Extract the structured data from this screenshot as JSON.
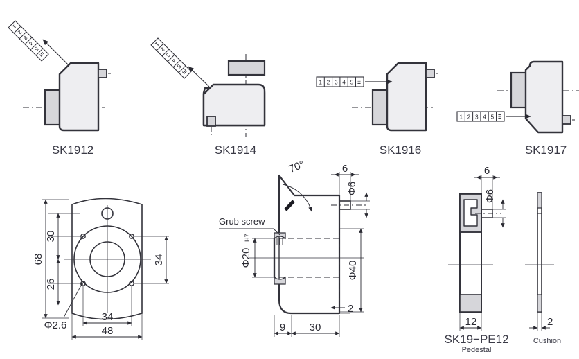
{
  "page": {
    "background": "#ffffff",
    "ink": "#33333b",
    "body_fill": "#eeeef1",
    "shade_fill": "#d6d6da",
    "title_color": "#3a3a46"
  },
  "ruler_badge": {
    "cells": [
      "1",
      "2",
      "3",
      "4",
      "5"
    ],
    "end_icon": "menu-lines-icon"
  },
  "views": {
    "top_row": [
      {
        "id": "sk1912",
        "title": "SK1912",
        "ruler": "diagonal"
      },
      {
        "id": "sk1914",
        "title": "SK1914",
        "ruler": "diagonal"
      },
      {
        "id": "sk1916",
        "title": "SK1916",
        "ruler": "horizontal"
      },
      {
        "id": "sk1917",
        "title": "SK1917",
        "ruler": "horizontal"
      }
    ],
    "bottom_row": [
      {
        "id": "face-plate",
        "title": ""
      },
      {
        "id": "section-view",
        "title": ""
      },
      {
        "id": "pedestal",
        "title": "SK19−PE12",
        "subtitle": "Pedestal"
      },
      {
        "id": "cushion",
        "title": "Cushion",
        "subtitle": ""
      }
    ]
  },
  "face_plate": {
    "dims": {
      "height_overall": "68",
      "hole_top_offset": "30",
      "hole_bottom_offset": "26",
      "hole_span_vertical": "34",
      "hole_span_horizontal": "34",
      "width_overall": "48",
      "hole_diameter": "Φ2.6"
    }
  },
  "section_view": {
    "angle": "70°",
    "note_grub_screw": "Grub screw",
    "dims": {
      "shaft_bore": "Φ20",
      "shaft_bore_fit": "H7",
      "body_diameter": "Φ40",
      "pin_diameter": "Φ6",
      "pin_length": "6",
      "flange_thickness": "2",
      "hub_length": "9",
      "body_length": "30"
    }
  },
  "pedestal": {
    "dims": {
      "pin_length": "6",
      "pin_diameter": "Φ6",
      "thickness": "12"
    }
  },
  "cushion": {
    "dims": {
      "thickness": "2"
    }
  }
}
